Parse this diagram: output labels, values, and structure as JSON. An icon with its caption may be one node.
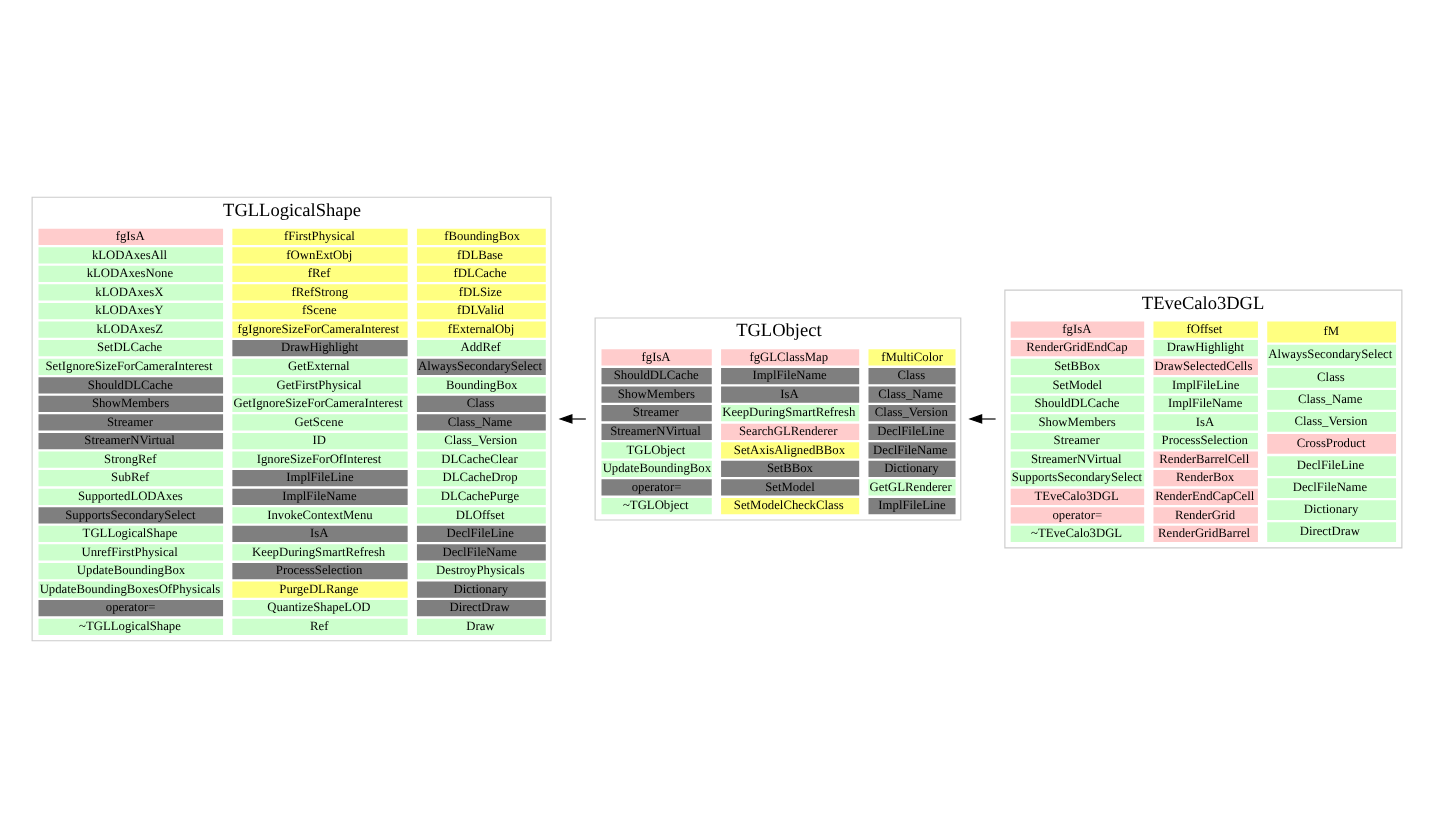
{
  "diagram": {
    "nodes": [
      {
        "text": [
          "TGLLogicalShape",
          "fgIsA",
          "kLODAxesAll",
          "kLODAxesNone",
          "kLODAxesX",
          "kLODAxesY",
          "kLODAxesZ",
          "SetDLCache",
          "SetIgnoreSizeForCameraInterest",
          "ShouldDLCache",
          "ShowMembers",
          "Streamer",
          "StreamerNVirtual",
          "StrongRef",
          "SubRef",
          "SupportedLODAxes",
          "SupportsSecondarySelect",
          "TGLLogicalShape",
          "UnrefFirstPhysical",
          "UpdateBoundingBox",
          "UpdateBoundingBoxesOfPhysicals",
          "operator=",
          "~TGLLogicalShape",
          "fFirstPhysical",
          "fOwnExtObj",
          "fRef",
          "fRefStrong",
          "fScene",
          "fgIgnoreSizeForCameraInterest",
          "DrawHighlight",
          "GetExternal",
          "GetFirstPhysical",
          "GetIgnoreSizeForCameraInterest",
          "GetScene",
          "ID",
          "IgnoreSizeForOfInterest",
          "ImplFileLine",
          "ImplFileName",
          "InvokeContextMenu",
          "IsA",
          "KeepDuringSmartRefresh",
          "ProcessSelection",
          "PurgeDLRange",
          "QuantizeShapeLOD",
          "Ref",
          "fBoundingBox",
          "fDLBase",
          "fDLCache",
          "fDLSize",
          "fDLValid",
          "fExternalObj",
          "AddRef",
          "AlwaysSecondarySelect",
          "BoundingBox",
          "Class",
          "Class_Name",
          "Class_Version",
          "DLCacheClear",
          "DLCacheDrop",
          "DLCachePurge",
          "DLOffset",
          "DeclFileLine",
          "DeclFileName",
          "DestroyPhysicals",
          "Dictionary",
          "DirectDraw",
          "Draw"
        ]
      },
      {
        "text": [
          "TGLObject",
          "fgIsA",
          "ShouldDLCache",
          "ShowMembers",
          "Streamer",
          "StreamerNVirtual",
          "TGLObject",
          "UpdateBoundingBox",
          "operator=",
          "~TGLObject",
          "fgGLClassMap",
          "ImplFileName",
          "IsA",
          "KeepDuringSmartRefresh",
          "SearchGLRenderer",
          "SetAxisAlignedBBox",
          "SetBBox",
          "SetModel",
          "SetModelCheckClass",
          "fMultiColor",
          "Class",
          "Class_Name",
          "Class_Version",
          "DeclFileLine",
          "DeclFileName",
          "Dictionary",
          "GetGLRenderer",
          "ImplFileLine"
        ]
      },
      {
        "text": [
          "TEveCalo3DGL",
          "fgIsA",
          "RenderGridEndCap",
          "SetBBox",
          "SetModel",
          "ShouldDLCache",
          "ShowMembers",
          "Streamer",
          "StreamerNVirtual",
          "SupportsSecondarySelect",
          "TEveCalo3DGL",
          "operator=",
          "~TEveCalo3DGL",
          "fOffset",
          "DrawHighlight",
          "DrawSelectedCells",
          "ImplFileLine",
          "ImplFileName",
          "IsA",
          "ProcessSelection",
          "RenderBarrelCell",
          "RenderBox",
          "RenderEndCapCell",
          "RenderGrid",
          "RenderGridBarrel",
          "fM",
          "AlwaysSecondarySelect",
          "Class",
          "Class_Name",
          "Class_Version",
          "CrossProduct",
          "DeclFileLine",
          "DeclFileName",
          "Dictionary",
          "DirectDraw"
        ]
      }
    ],
    "edges": [
      {
        "from": 1,
        "to": 0,
        "arrow": "to"
      },
      {
        "from": 2,
        "to": 1,
        "arrow": "to"
      }
    ]
  }
}
